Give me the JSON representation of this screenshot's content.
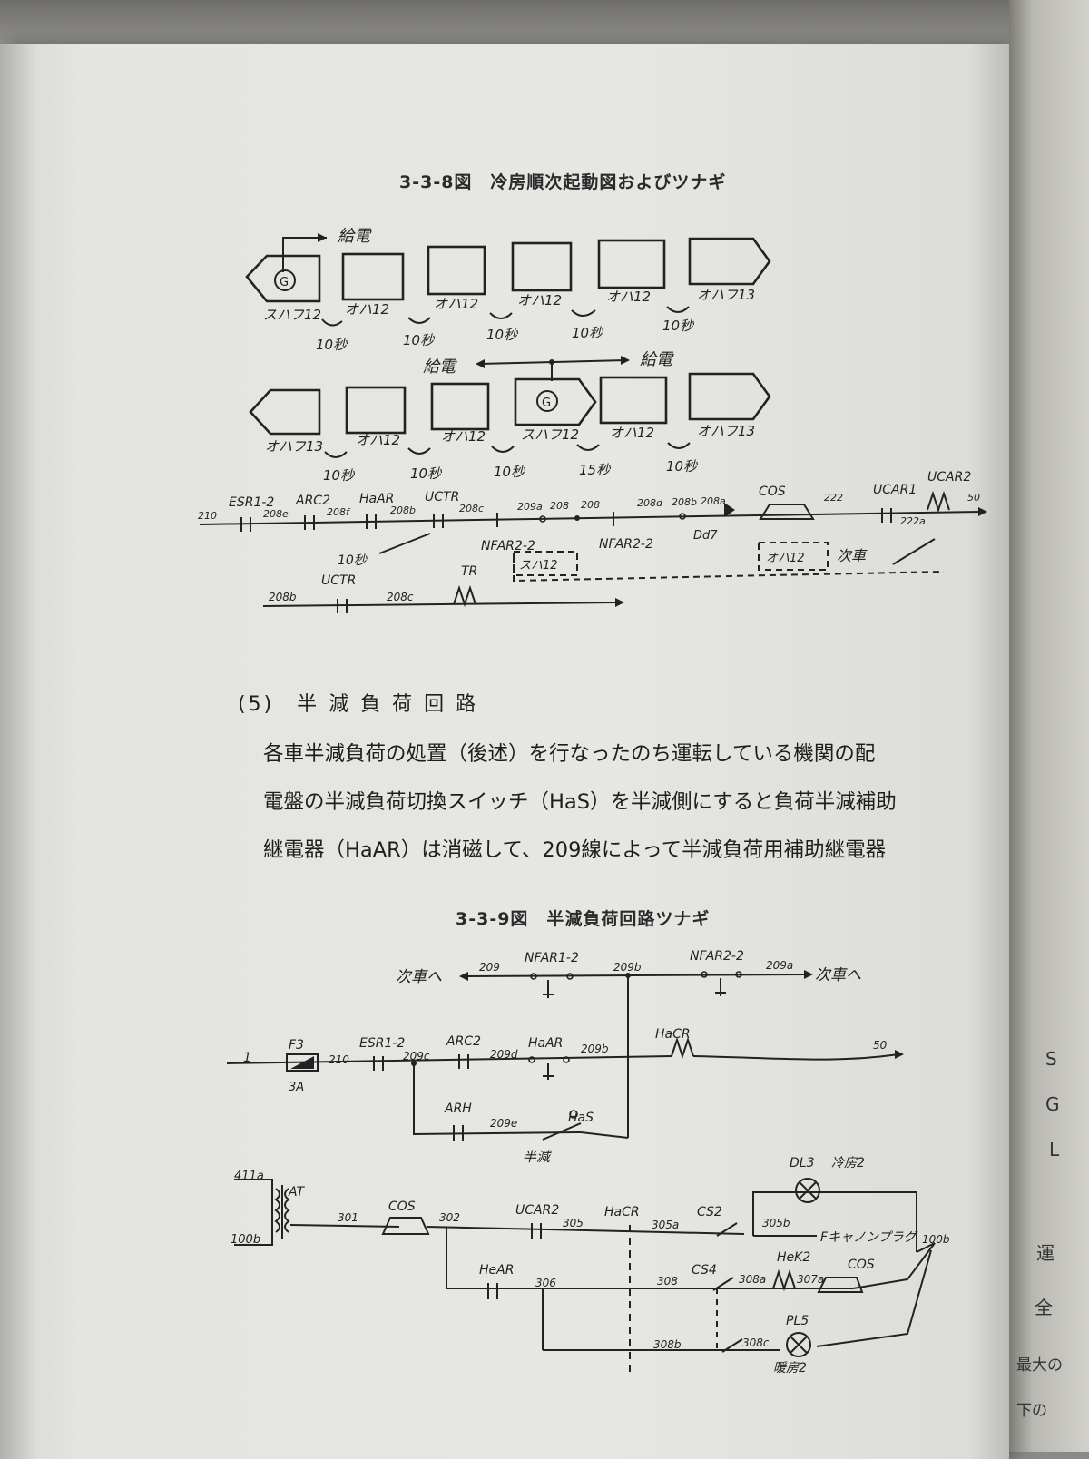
{
  "figure1": {
    "title": "3-3-8図　冷房順次起動図およびツナギ",
    "row1": {
      "supply_label": "給電",
      "cars": [
        "スハフ12",
        "オハ12",
        "オハ12",
        "オハ12",
        "オハ12",
        "オハフ13"
      ],
      "intervals": [
        "10秒",
        "10秒",
        "10秒",
        "10秒",
        "10秒"
      ]
    },
    "row2": {
      "supply_left": "給電",
      "supply_right": "給電",
      "cars": [
        "オハフ13",
        "オハ12",
        "オハ12",
        "スハフ12",
        "オハ12",
        "オハフ13"
      ],
      "intervals": [
        "10秒",
        "10秒",
        "10秒",
        "15秒",
        "10秒"
      ]
    },
    "circuit": {
      "labels": [
        "ESR1-2",
        "ARC2",
        "HaAR",
        "UCTR",
        "COS",
        "UCAR1",
        "UCAR2",
        "NFAR2-2",
        "NFAR2-2",
        "Dd7",
        "TR",
        "UCTR"
      ],
      "wires": [
        "210",
        "208e",
        "208f",
        "208b",
        "208c",
        "209a",
        "208",
        "208",
        "208d",
        "208b",
        "208a",
        "222",
        "222a",
        "50",
        "208b",
        "208c"
      ],
      "timer": "10秒",
      "dashed_left": "スハ12",
      "dashed_right": "オハ12",
      "next_car": "次車"
    }
  },
  "section": {
    "heading": "(5)　半 減 負 荷 回 路",
    "lines": [
      "各車半減負荷の処置（後述）を行なったのち運転している機関の配",
      "電盤の半減負荷切換スイッチ（HaS）を半減側にすると負荷半減補助",
      "継電器（HaAR）は消磁して、209線によって半減負荷用補助継電器"
    ]
  },
  "figure2": {
    "title": "3-3-9図　半減負荷回路ツナギ",
    "to_next_left": "次車へ",
    "to_next_right": "次車へ",
    "labels": [
      "NFAR1-2",
      "NFAR2-2",
      "F3",
      "3A",
      "ESR1-2",
      "ARC2",
      "HaAR",
      "HaCR",
      "ARH",
      "HaS",
      "半減",
      "AT",
      "COS",
      "UCAR2",
      "HaCR",
      "CS2",
      "HeAR",
      "CS4",
      "HeK2",
      "COS",
      "DL3",
      "冷房2",
      "Fキャノンプラグ",
      "PL5",
      "暖房2"
    ],
    "wires": [
      "209",
      "209b",
      "209a",
      "1",
      "210",
      "209c",
      "209d",
      "209b",
      "50",
      "209e",
      "411a",
      "100b",
      "301",
      "302",
      "305",
      "305a",
      "305b",
      "306",
      "308",
      "308a",
      "307a",
      "308b",
      "308c",
      "100b"
    ]
  },
  "right_margin": [
    "S",
    "G",
    "L",
    "運",
    "全",
    "最大の",
    "下の"
  ]
}
